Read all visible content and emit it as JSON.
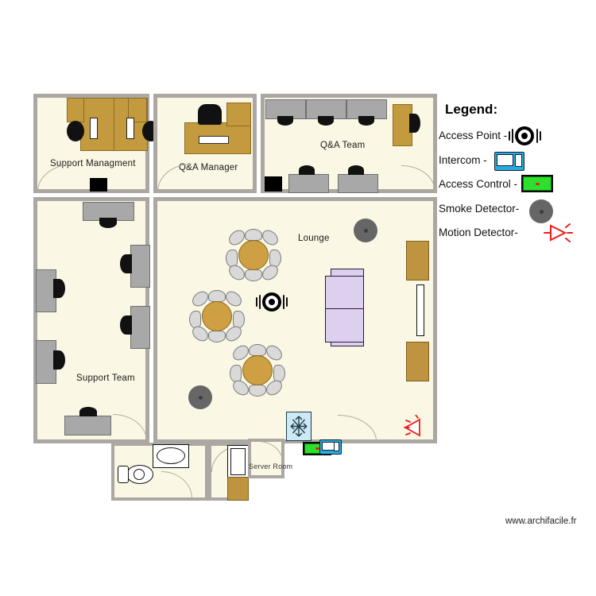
{
  "page": {
    "watermark": "www.archifacile.fr"
  },
  "legend": {
    "title": "Legend:",
    "items": [
      {
        "label": "Access Point -",
        "icon": "access-point-icon"
      },
      {
        "label": "Intercom -",
        "icon": "intercom-icon"
      },
      {
        "label": "Access Control -",
        "icon": "access-control-icon"
      },
      {
        "label": "Smoke Detector-",
        "icon": "smoke-detector-icon"
      },
      {
        "label": "Motion Detector-",
        "icon": "motion-detector-icon"
      }
    ]
  },
  "floorplan": {
    "rooms": [
      {
        "id": "support-management",
        "label": "Support Managment"
      },
      {
        "id": "qa-manager",
        "label": "Q&A Manager"
      },
      {
        "id": "qa-team",
        "label": "Q&A Team"
      },
      {
        "id": "support-team",
        "label": "Support Team"
      },
      {
        "id": "lounge",
        "label": "Lounge"
      },
      {
        "id": "server-room",
        "label": "Server Room"
      },
      {
        "id": "bathroom",
        "label": ""
      },
      {
        "id": "storage",
        "label": ""
      }
    ],
    "devices": {
      "access_points": 1,
      "smoke_detectors": 2,
      "intercoms": 1,
      "access_controls": 1,
      "motion_detectors": 1,
      "air_conditioners": 1
    }
  }
}
